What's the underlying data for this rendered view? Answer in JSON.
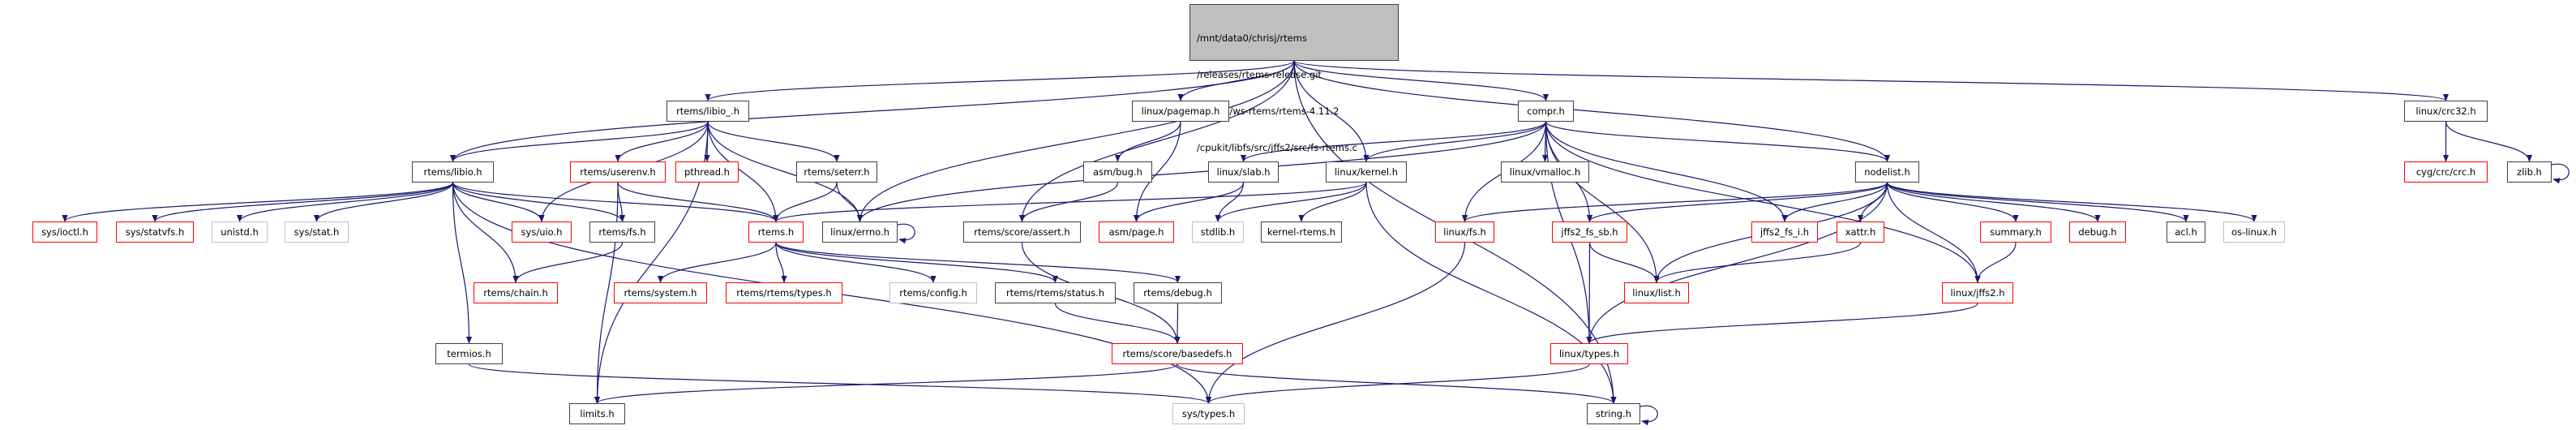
{
  "diagram": {
    "type": "include-dependency-graph",
    "edge_color": "#191970",
    "border_colors": {
      "documented": "#404040",
      "missing": "#ff0000",
      "external": "#bfbfbf"
    },
    "root": {
      "id": "root",
      "label_lines": [
        "/mnt/data0/chrisj/rtems",
        "/releases/rtems-release.git",
        "/4.11.2/ws-rtems/rtems-4.11.2",
        "/cpukit/libfs/src/jffs2/src/fs-rtems.c"
      ],
      "fill": "#bfbfbf"
    },
    "nodes": [
      {
        "id": "libio_",
        "label": "rtems/libio_.h",
        "kind": "documented"
      },
      {
        "id": "pagemap",
        "label": "linux/pagemap.h",
        "kind": "documented"
      },
      {
        "id": "compr",
        "label": "compr.h",
        "kind": "documented"
      },
      {
        "id": "crc32",
        "label": "linux/crc32.h",
        "kind": "documented"
      },
      {
        "id": "libio",
        "label": "rtems/libio.h",
        "kind": "documented"
      },
      {
        "id": "userenv",
        "label": "rtems/userenv.h",
        "kind": "missing"
      },
      {
        "id": "pthread",
        "label": "pthread.h",
        "kind": "missing"
      },
      {
        "id": "seterr",
        "label": "rtems/seterr.h",
        "kind": "documented"
      },
      {
        "id": "asmbug",
        "label": "asm/bug.h",
        "kind": "documented"
      },
      {
        "id": "slab",
        "label": "linux/slab.h",
        "kind": "documented"
      },
      {
        "id": "kernel",
        "label": "linux/kernel.h",
        "kind": "documented"
      },
      {
        "id": "vmalloc",
        "label": "linux/vmalloc.h",
        "kind": "documented"
      },
      {
        "id": "nodelist",
        "label": "nodelist.h",
        "kind": "documented"
      },
      {
        "id": "cygcrc",
        "label": "cyg/crc/crc.h",
        "kind": "missing"
      },
      {
        "id": "zlib",
        "label": "zlib.h",
        "kind": "documented"
      },
      {
        "id": "ioctl",
        "label": "sys/ioctl.h",
        "kind": "missing"
      },
      {
        "id": "statvfs",
        "label": "sys/statvfs.h",
        "kind": "missing"
      },
      {
        "id": "unistd",
        "label": "unistd.h",
        "kind": "external"
      },
      {
        "id": "sysstat",
        "label": "sys/stat.h",
        "kind": "external"
      },
      {
        "id": "uio",
        "label": "sys/uio.h",
        "kind": "missing"
      },
      {
        "id": "fs",
        "label": "rtems/fs.h",
        "kind": "documented"
      },
      {
        "id": "rtemsh",
        "label": "rtems.h",
        "kind": "missing"
      },
      {
        "id": "errno",
        "label": "linux/errno.h",
        "kind": "documented"
      },
      {
        "id": "assert",
        "label": "rtems/score/assert.h",
        "kind": "documented"
      },
      {
        "id": "asmpage",
        "label": "asm/page.h",
        "kind": "missing"
      },
      {
        "id": "stdlib",
        "label": "stdlib.h",
        "kind": "external"
      },
      {
        "id": "kernelrtems",
        "label": "kernel-rtems.h",
        "kind": "documented"
      },
      {
        "id": "linuxfs",
        "label": "linux/fs.h",
        "kind": "missing"
      },
      {
        "id": "fssb",
        "label": "jffs2_fs_sb.h",
        "kind": "missing"
      },
      {
        "id": "fsi",
        "label": "jffs2_fs_i.h",
        "kind": "missing"
      },
      {
        "id": "xattr",
        "label": "xattr.h",
        "kind": "missing"
      },
      {
        "id": "summary",
        "label": "summary.h",
        "kind": "missing"
      },
      {
        "id": "debug",
        "label": "debug.h",
        "kind": "missing"
      },
      {
        "id": "acl",
        "label": "acl.h",
        "kind": "documented"
      },
      {
        "id": "oslinux",
        "label": "os-linux.h",
        "kind": "external"
      },
      {
        "id": "chain",
        "label": "rtems/chain.h",
        "kind": "missing"
      },
      {
        "id": "system",
        "label": "rtems/system.h",
        "kind": "missing"
      },
      {
        "id": "rtypes",
        "label": "rtems/rtems/types.h",
        "kind": "missing"
      },
      {
        "id": "config",
        "label": "rtems/config.h",
        "kind": "external"
      },
      {
        "id": "status",
        "label": "rtems/rtems/status.h",
        "kind": "documented"
      },
      {
        "id": "rdebug",
        "label": "rtems/debug.h",
        "kind": "documented"
      },
      {
        "id": "list",
        "label": "linux/list.h",
        "kind": "missing"
      },
      {
        "id": "jffs2",
        "label": "linux/jffs2.h",
        "kind": "missing"
      },
      {
        "id": "termios",
        "label": "termios.h",
        "kind": "documented"
      },
      {
        "id": "basedefs",
        "label": "rtems/score/basedefs.h",
        "kind": "missing"
      },
      {
        "id": "ltypes",
        "label": "linux/types.h",
        "kind": "missing"
      },
      {
        "id": "limits",
        "label": "limits.h",
        "kind": "documented"
      },
      {
        "id": "systypes",
        "label": "sys/types.h",
        "kind": "external"
      },
      {
        "id": "string",
        "label": "string.h",
        "kind": "documented"
      }
    ],
    "edges": [
      [
        "root",
        "libio_"
      ],
      [
        "root",
        "libio"
      ],
      [
        "root",
        "errno"
      ],
      [
        "root",
        "pagemap"
      ],
      [
        "root",
        "assert"
      ],
      [
        "root",
        "kernel"
      ],
      [
        "root",
        "compr"
      ],
      [
        "root",
        "nodelist"
      ],
      [
        "root",
        "crc32"
      ],
      [
        "root",
        "string"
      ],
      [
        "libio_",
        "libio"
      ],
      [
        "libio_",
        "userenv"
      ],
      [
        "libio_",
        "pthread"
      ],
      [
        "libio_",
        "rtemsh"
      ],
      [
        "libio_",
        "seterr"
      ],
      [
        "libio_",
        "errno"
      ],
      [
        "libio_",
        "uio"
      ],
      [
        "libio_",
        "limits"
      ],
      [
        "libio",
        "ioctl"
      ],
      [
        "libio",
        "statvfs"
      ],
      [
        "libio",
        "unistd"
      ],
      [
        "libio",
        "sysstat"
      ],
      [
        "libio",
        "uio"
      ],
      [
        "libio",
        "fs"
      ],
      [
        "libio",
        "rtemsh"
      ],
      [
        "libio",
        "chain"
      ],
      [
        "libio",
        "termios"
      ],
      [
        "libio",
        "systypes"
      ],
      [
        "userenv",
        "fs"
      ],
      [
        "userenv",
        "rtemsh"
      ],
      [
        "userenv",
        "limits"
      ],
      [
        "fs",
        "chain"
      ],
      [
        "seterr",
        "rtemsh"
      ],
      [
        "seterr",
        "errno"
      ],
      [
        "errno",
        "errno"
      ],
      [
        "rtemsh",
        "system"
      ],
      [
        "rtemsh",
        "rtypes"
      ],
      [
        "rtemsh",
        "config"
      ],
      [
        "rtemsh",
        "status"
      ],
      [
        "rtemsh",
        "rdebug"
      ],
      [
        "status",
        "basedefs"
      ],
      [
        "rdebug",
        "basedefs"
      ],
      [
        "assert",
        "basedefs"
      ],
      [
        "basedefs",
        "limits"
      ],
      [
        "basedefs",
        "string"
      ],
      [
        "termios",
        "systypes"
      ],
      [
        "pagemap",
        "asmbug"
      ],
      [
        "pagemap",
        "asmpage"
      ],
      [
        "asmbug",
        "assert"
      ],
      [
        "slab",
        "asmpage"
      ],
      [
        "slab",
        "stdlib"
      ],
      [
        "kernel",
        "rtemsh"
      ],
      [
        "kernel",
        "stdlib"
      ],
      [
        "kernel",
        "kernelrtems"
      ],
      [
        "kernel",
        "string"
      ],
      [
        "compr",
        "slab"
      ],
      [
        "compr",
        "kernel"
      ],
      [
        "compr",
        "errno"
      ],
      [
        "compr",
        "vmalloc"
      ],
      [
        "compr",
        "linuxfs"
      ],
      [
        "compr",
        "fssb"
      ],
      [
        "compr",
        "fsi"
      ],
      [
        "compr",
        "ltypes"
      ],
      [
        "compr",
        "list"
      ],
      [
        "compr",
        "nodelist"
      ],
      [
        "compr",
        "jffs2"
      ],
      [
        "nodelist",
        "linuxfs"
      ],
      [
        "nodelist",
        "fssb"
      ],
      [
        "nodelist",
        "fsi"
      ],
      [
        "nodelist",
        "xattr"
      ],
      [
        "nodelist",
        "list"
      ],
      [
        "nodelist",
        "ltypes"
      ],
      [
        "nodelist",
        "jffs2"
      ],
      [
        "nodelist",
        "summary"
      ],
      [
        "nodelist",
        "debug"
      ],
      [
        "nodelist",
        "acl"
      ],
      [
        "nodelist",
        "oslinux"
      ],
      [
        "linuxfs",
        "systypes"
      ],
      [
        "fssb",
        "list"
      ],
      [
        "fssb",
        "ltypes"
      ],
      [
        "xattr",
        "list"
      ],
      [
        "summary",
        "jffs2"
      ],
      [
        "jffs2",
        "ltypes"
      ],
      [
        "ltypes",
        "systypes"
      ],
      [
        "crc32",
        "cygcrc"
      ],
      [
        "crc32",
        "zlib"
      ],
      [
        "zlib",
        "zlib"
      ],
      [
        "string",
        "string"
      ]
    ]
  }
}
